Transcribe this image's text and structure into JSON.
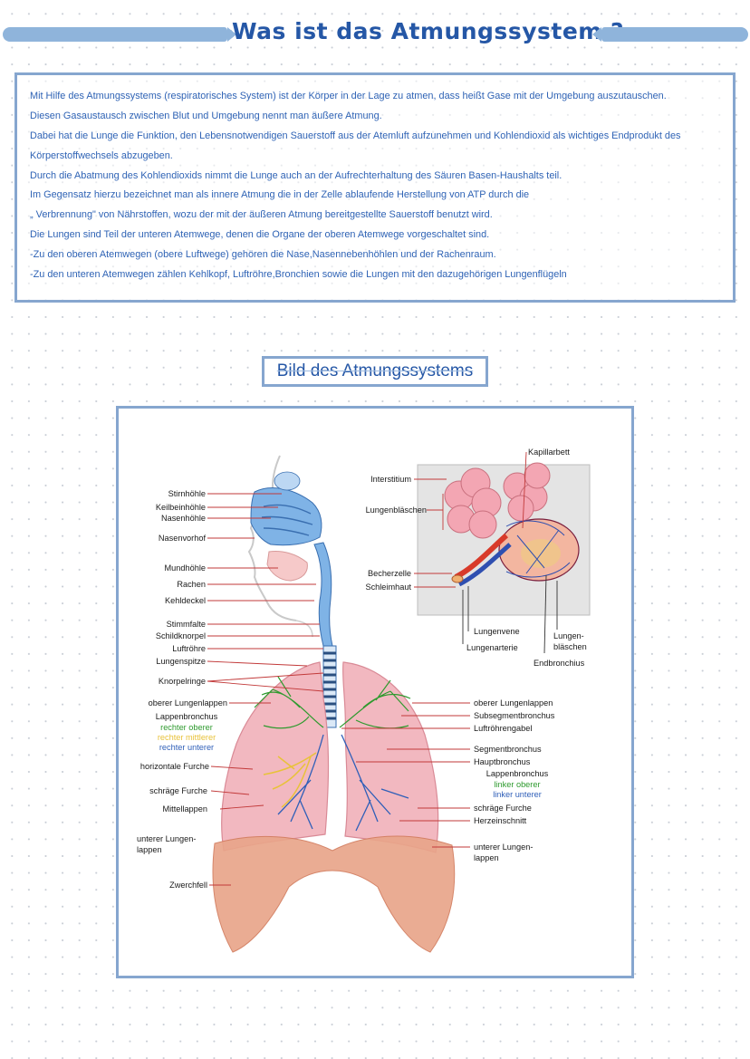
{
  "header": {
    "title": "Was ist das Atmungssystem ?"
  },
  "intro": {
    "lines": [
      "Mit Hilfe des Atmungssystems (respiratorisches System) ist der Körper in der Lage zu atmen, dass heißt Gase mit der Umgebung auszutauschen.",
      "Diesen Gasaustausch zwischen Blut und Umgebung nennt man äußere Atmung.",
      " Dabei hat die  Lunge die Funktion, den  Lebensnotwendigen Sauerstoff aus der Atemluft aufzunehmen und Kohlendioxid als wichtiges Endprodukt des",
      "Körperstoffwechsels abzugeben.",
      "Durch die Abatmung des Kohlendioxids nimmt die Lunge auch an der Aufrechterhaltung des Säuren Basen-Haushalts teil.",
      "Im Gegensatz hierzu bezeichnet man als innere Atmung die in der Zelle ablaufende Herstellung von ATP durch die",
      "„ Verbrennung\" von Nährstoffen, wozu der mit der äußeren Atmung bereitgestellte Sauerstoff benutzt wird.",
      "Die Lungen sind Teil der unteren Atemwege, denen die Organe der oberen Atemwege vorgeschaltet sind.",
      "-Zu den oberen Atemwegen (obere Luftwege) gehören die Nase,Nasennebenhöhlen und der Rachenraum.",
      "-Zu den unteren Atemwegen zählen Kehlkopf, Luftröhre,Bronchien sowie die Lungen mit den dazugehörigen Lungenflügeln"
    ]
  },
  "figure": {
    "heading": "Bild des Atmungssystems",
    "left_labels": [
      "Stirnhöhle",
      "Keilbeinhöhle",
      "Nasenhöhle",
      "Nasenvorhof",
      "Mundhöhle",
      "Rachen",
      "Kehldeckel",
      "Stimmfalte",
      "Schildknorpel",
      "Luftröhre",
      "Lungenspitze",
      "Knorpelringe",
      "oberer Lungenlappen",
      "Lappenbronchus",
      "rechter oberer",
      "rechter mittlerer",
      "rechter unterer",
      "horizontale Furche",
      "schräge Furche",
      "Mittellappen",
      "unterer Lungen-",
      "lappen",
      "Zwerchfell"
    ],
    "inset_labels": [
      "Kapillarbett",
      "Interstitium",
      "Lungenbläschen",
      "Becherzelle",
      "Schleimhaut",
      "Lungenvene",
      "Lungenarterie",
      "Lungen-",
      "bläschen",
      "Endbronchius"
    ],
    "right_labels": [
      "oberer Lungenlappen",
      "Subsegmentbronchus",
      "Luftröhrengabel",
      "Segmentbronchus",
      "Hauptbronchus",
      "Lappenbronchus",
      "linker oberer",
      "linker unterer",
      "schräge Furche",
      "Herzeinschnitt",
      "unterer Lungen-",
      "lappen"
    ],
    "colors": {
      "green": "#2e9a2e",
      "yellow": "#e8c23a",
      "blue": "#2f5fb8"
    }
  }
}
